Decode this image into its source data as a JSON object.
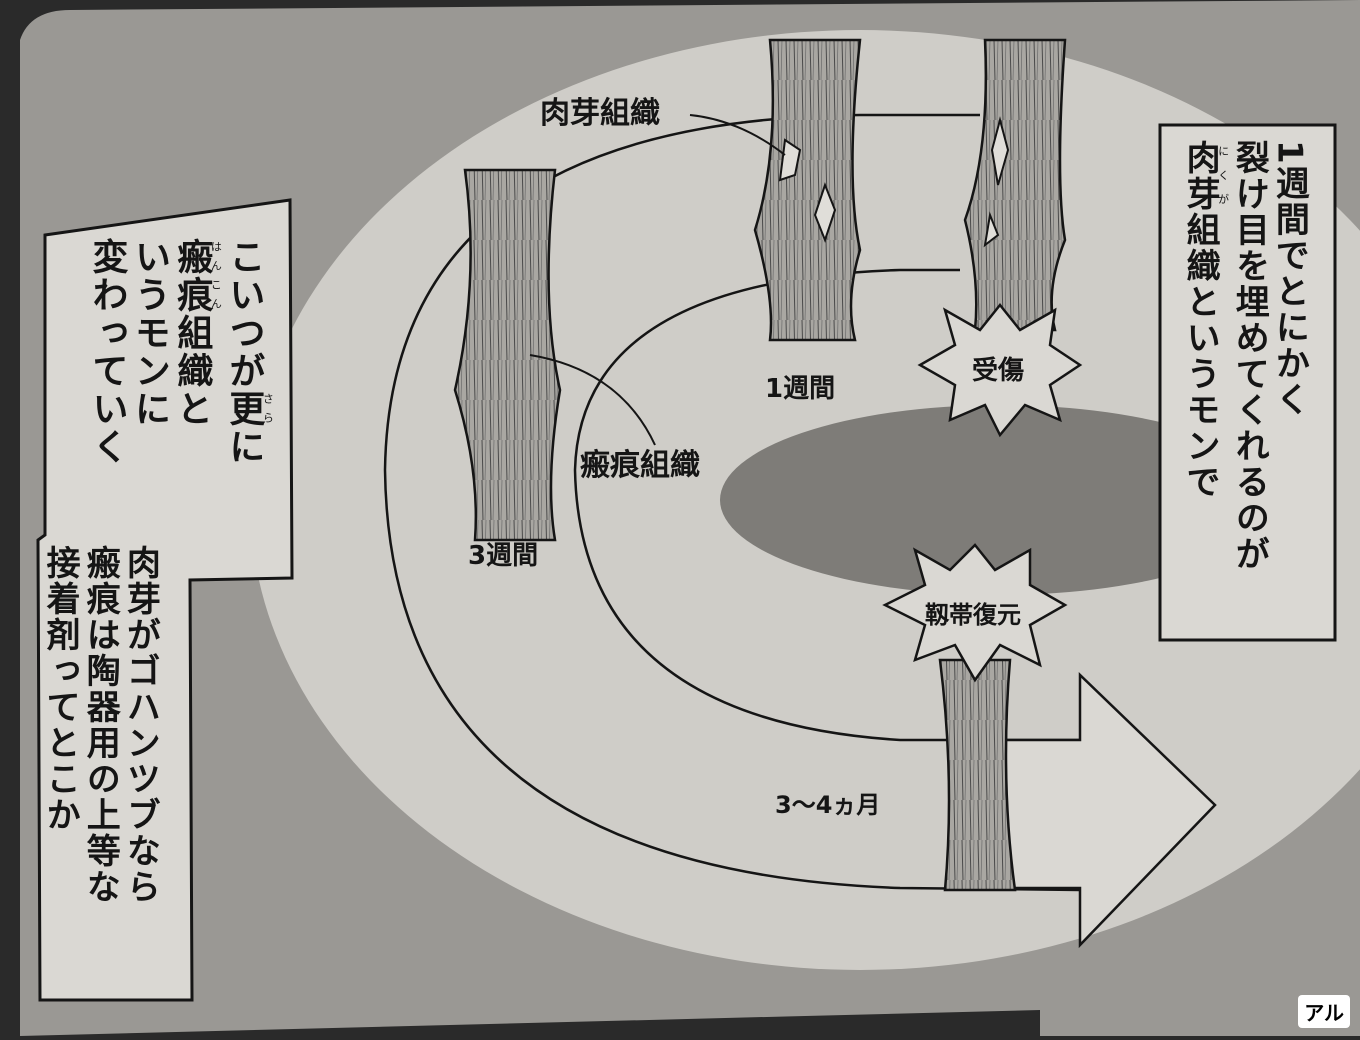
{
  "colors": {
    "page_gray": "#9a9894",
    "ellipse_light": "#cfcdc8",
    "ellipse_dark": "#7e7c78",
    "box_fill": "#dad8d3",
    "ink": "#151515"
  },
  "right_box": {
    "lines": [
      {
        "text": "1週間でとにかく"
      },
      {
        "text": "裂け目を埋めてくれるのが"
      },
      {
        "base": "肉芽",
        "ruby": "にくが",
        "rest": "組織というモンで"
      }
    ]
  },
  "left_box": {
    "lines": [
      {
        "pre": "こいつが",
        "base": "更",
        "ruby": "さら",
        "rest": "に"
      },
      {
        "base": "瘢痕",
        "ruby": "はんこん",
        "rest": "組織と"
      },
      {
        "text": "いうモンに"
      },
      {
        "text": "変わっていく"
      }
    ]
  },
  "side_note": {
    "lines": [
      "肉芽がゴハンツブなら",
      "瘢痕は陶器用の上等な",
      "接着剤ってとこか"
    ]
  },
  "labels": {
    "granulation": "肉芽組織",
    "scar": "瘢痕組織",
    "week1": "1週間",
    "week3": "3週間",
    "injury": "受傷",
    "restored": "靱帯復元",
    "months": "3〜4ヵ月"
  },
  "watermark": "アル"
}
